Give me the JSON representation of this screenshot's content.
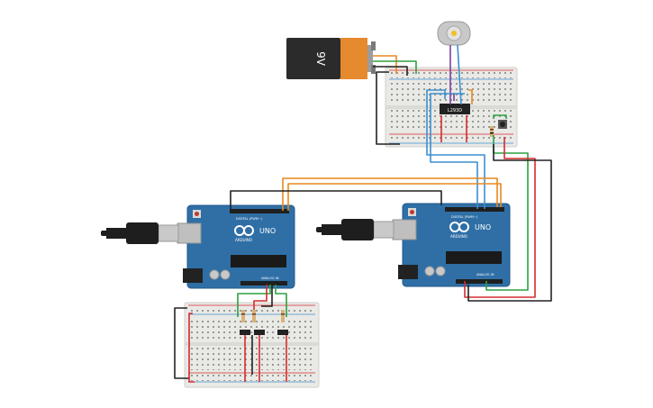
{
  "battery": {
    "label": "9V"
  },
  "driver_chip": {
    "label": "L293D"
  },
  "arduino_left": {
    "brand": "ARDUINO",
    "model": "UNO",
    "pin_header_label": "DIGITAL (PWM~)",
    "analog_label": "ANALOG IN"
  },
  "arduino_right": {
    "brand": "ARDUINO",
    "model": "UNO",
    "pin_header_label": "DIGITAL (PWM~)",
    "analog_label": "ANALOG IN"
  },
  "colors": {
    "board_blue": "#2f6fa6",
    "breadboard": "#e9e9e6",
    "wire_orange": "#e8891f",
    "wire_red": "#d62b2b",
    "wire_green": "#2da041",
    "wire_black": "#222222",
    "wire_blue": "#3b8fd0",
    "wire_purple": "#7b3fa0",
    "battery_orange": "#e58a2e",
    "battery_black": "#2b2b2b",
    "usb_black": "#1e1e1e",
    "usb_silver": "#c9c9c9"
  }
}
